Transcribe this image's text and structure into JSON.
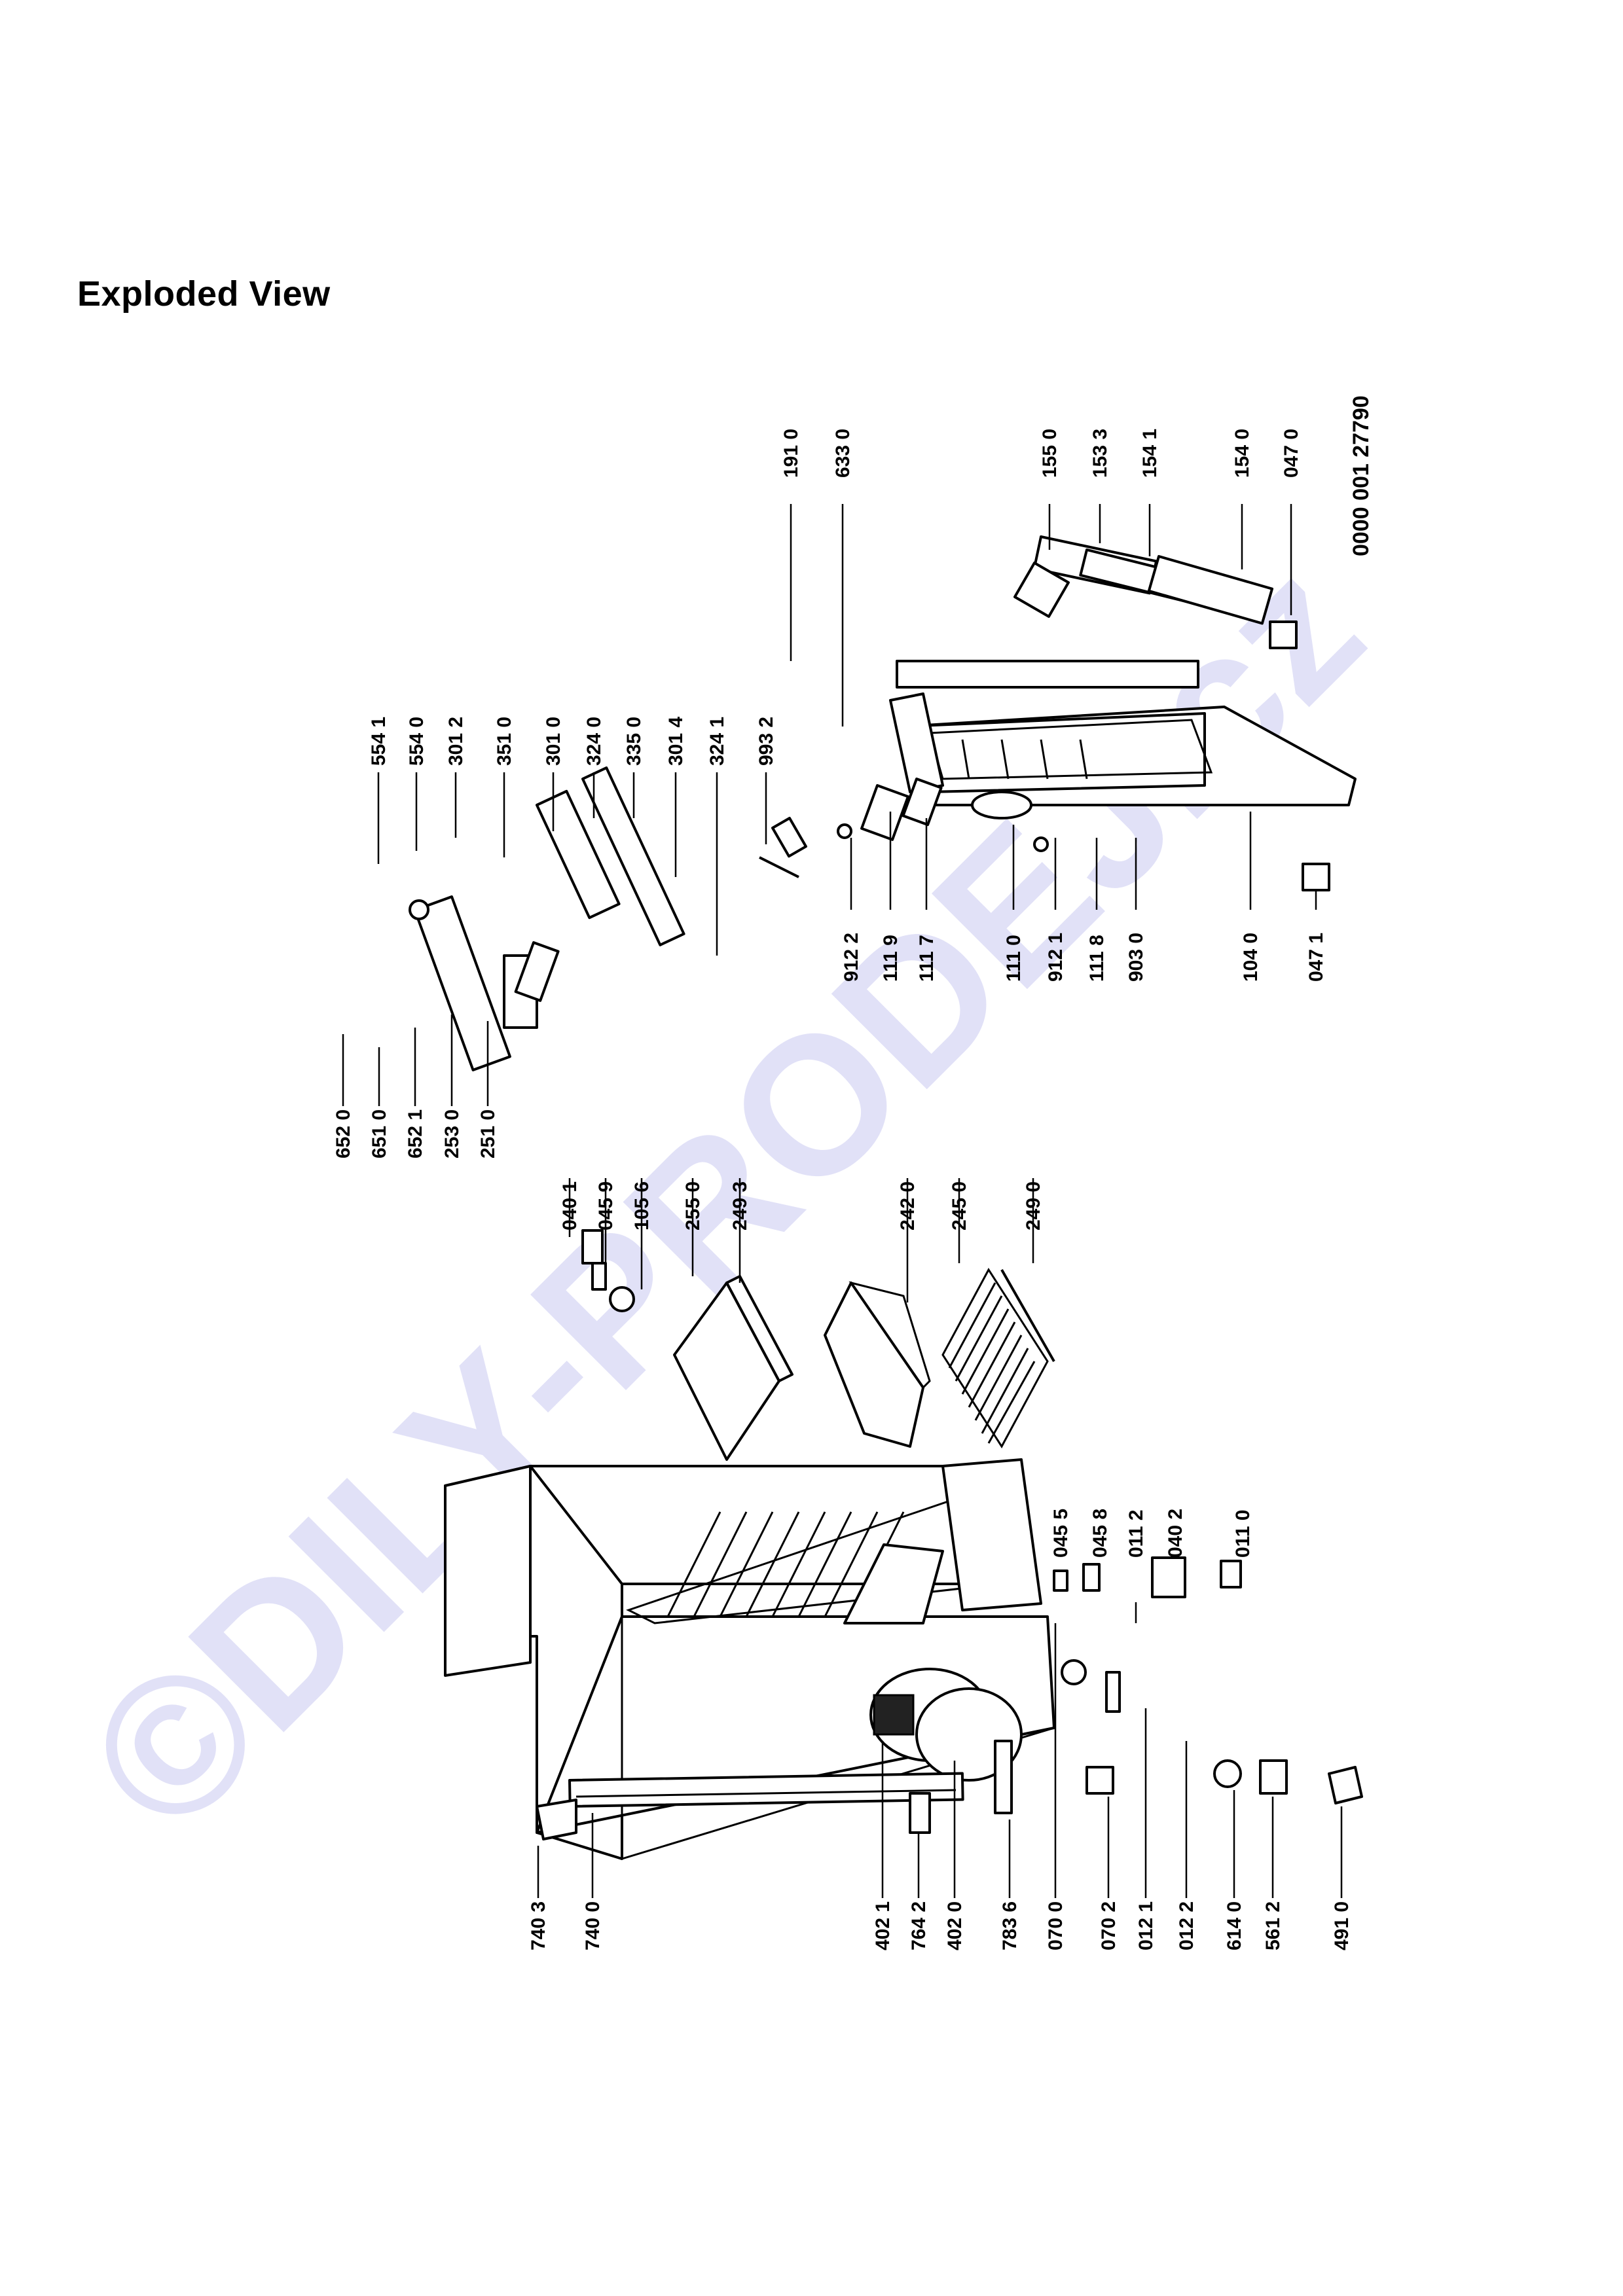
{
  "page": {
    "title": "Exploded View"
  },
  "watermark": {
    "text": "©DILY-PRODEJ.cz",
    "color": "#c8c8f0"
  },
  "document_number": "0000 001 27790",
  "part_labels": {
    "p7403": "740 3",
    "p7400": "740 0",
    "p4021": "402 1",
    "p7642": "764 2",
    "p4020": "402 0",
    "p7836": "783 6",
    "p0700": "070 0",
    "p0702": "070 2",
    "p0121": "012 1",
    "p0122": "012 2",
    "p6140": "614 0",
    "p5612": "561 2",
    "p4910": "491 0",
    "p0455": "045 5",
    "p0458": "045 8",
    "p0112": "011 2",
    "p0402": "040 2",
    "p0110": "011 0",
    "p0401": "040 1",
    "p0459": "045 9",
    "p1056": "105 6",
    "p2550": "255 0",
    "p2493": "249 3",
    "p2420": "242 0",
    "p2450": "245 0",
    "p2490": "249 0",
    "p6520": "652 0",
    "p6510": "651 0",
    "p6521": "652 1",
    "p2530": "253 0",
    "p2510": "251 0",
    "p5541": "554 1",
    "p5540": "554 0",
    "p3012": "301 2",
    "p3510": "351 0",
    "p3010": "301 0",
    "p3240": "324 0",
    "p3350": "335 0",
    "p3014": "301 4",
    "p3241": "324 1",
    "p9932": "993 2",
    "p9122": "912 2",
    "p1119": "111 9",
    "p1117": "111 7",
    "p1110": "111 0",
    "p9121": "912 1",
    "p1118": "111 8",
    "p9030": "903 0",
    "p1040": "104 0",
    "p0471": "047 1",
    "p1910": "191 0",
    "p6330": "633 0",
    "p1550": "155 0",
    "p1533": "153 3",
    "p1541": "154 1",
    "p1540": "154 0",
    "p0470": "047 0"
  }
}
